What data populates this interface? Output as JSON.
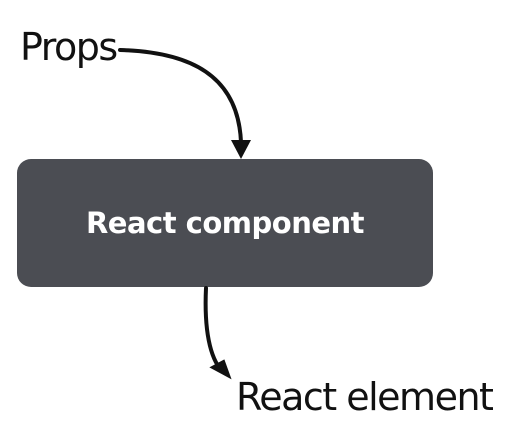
{
  "diagram": {
    "input_label": "Props",
    "component_label": "React component",
    "output_label": "React element"
  },
  "colors": {
    "box_fill": "#4b4d53",
    "box_text": "#ffffff",
    "text": "#111111",
    "arrow": "#111111"
  }
}
